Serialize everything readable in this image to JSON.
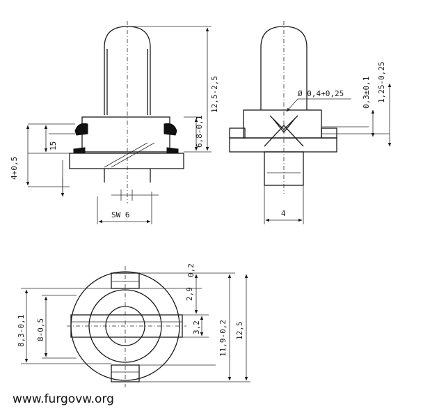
{
  "dimensions": {
    "top_left": [
      "6,8-0,1",
      "12,5-2,5",
      "15",
      "4+0,5",
      "SW 6"
    ],
    "top_right": [
      "Ø 0,4+0,25",
      "0,3±0,1",
      "1,25-0,25",
      "4"
    ],
    "bottom": [
      "0,2",
      "2,9",
      "3,2",
      "11,9-0,2",
      "12,5",
      "8,3-0,1",
      "8-0,5"
    ]
  },
  "watermark": "www.furgovw.org"
}
